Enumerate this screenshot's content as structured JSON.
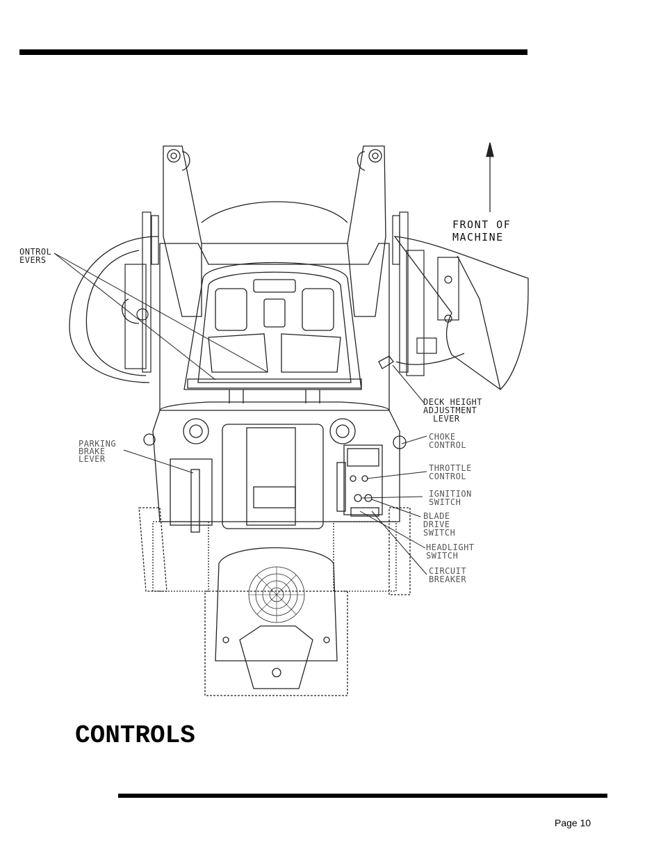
{
  "labels": {
    "front_of_machine": [
      "FRONT OF",
      "MACHINE"
    ],
    "control_levers": [
      "ONTROL",
      "EVERS"
    ],
    "parking_brake_lever": [
      "PARKING",
      "BRAKE",
      "LEVER"
    ],
    "deck_height_adjustment_lever": [
      "DECK HEIGHT",
      "ADJUSTMENT",
      "LEVER"
    ],
    "choke_control": [
      "CHOKE",
      "CONTROL"
    ],
    "throttle_control": [
      "THROTTLE",
      "CONTROL"
    ],
    "ignition_switch": [
      "IGNITION",
      "SWITCH"
    ],
    "blade_drive_switch": [
      "BLADE",
      "DRIVE",
      "SWITCH"
    ],
    "headlight_switch": [
      "HEADLIGHT",
      "SWITCH"
    ],
    "circuit_breaker": [
      "CIRCUIT",
      "BREAKER"
    ]
  },
  "title": "CONTROLS",
  "page_number": "Page 10"
}
